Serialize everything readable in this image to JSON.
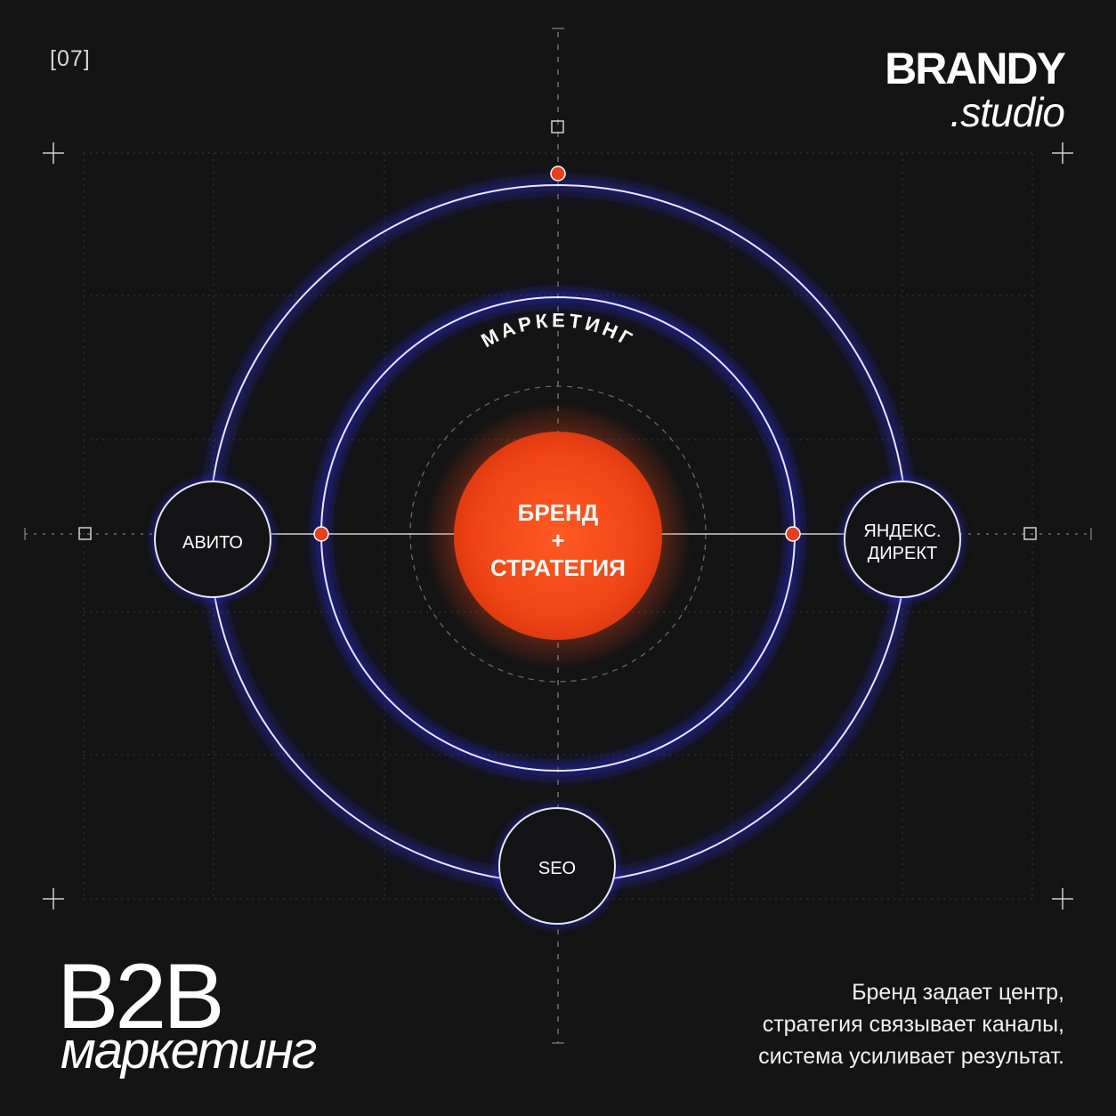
{
  "slide_number": "[07]",
  "logo": {
    "main": "BRANDY",
    "sub": ".studio"
  },
  "diagram": {
    "center": {
      "line1": "БРЕНД",
      "line2": "+",
      "line3": "СТРАТЕГИЯ"
    },
    "ring_label": "МАРКЕТИНГ",
    "nodes": {
      "left": "АВИТО",
      "right_line1": "ЯНДЕКС.",
      "right_line2": "ДИРЕКТ",
      "bottom": "SEO"
    }
  },
  "title": {
    "main": "B2B",
    "sub": "маркетинг"
  },
  "tagline": {
    "line1": "Бренд задает центр,",
    "line2": "стратегия связывает каналы,",
    "line3": "система усиливает результат."
  },
  "colors": {
    "background": "#141414",
    "accent": "#e8401a",
    "glow": "#2b2bff",
    "line": "#ffffff"
  }
}
